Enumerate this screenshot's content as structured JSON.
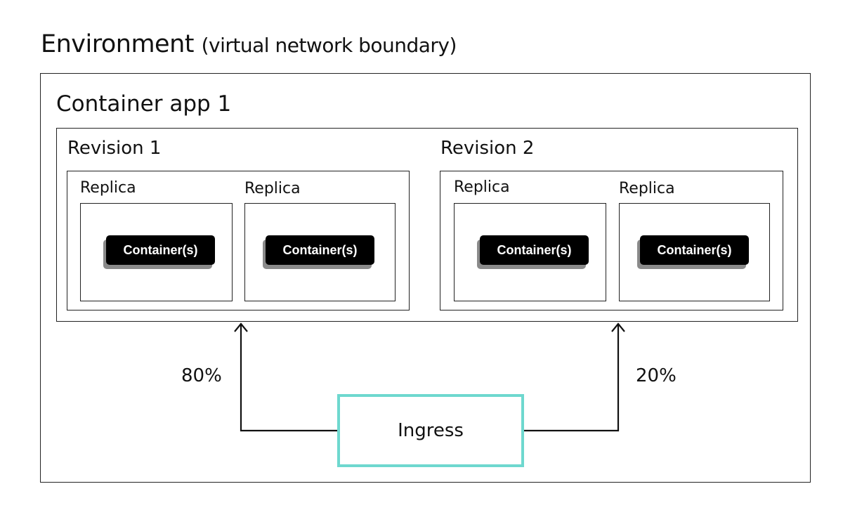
{
  "environment": {
    "title": "Environment",
    "subtitle": "(virtual network boundary)"
  },
  "app": {
    "title": "Container app 1"
  },
  "revisions": [
    {
      "title": "Revision 1",
      "replicas": [
        {
          "label": "Replica",
          "container_label": "Container(s)"
        },
        {
          "label": "Replica",
          "container_label": "Container(s)"
        }
      ],
      "traffic": "80%"
    },
    {
      "title": "Revision 2",
      "replicas": [
        {
          "label": "Replica",
          "container_label": "Container(s)"
        },
        {
          "label": "Replica",
          "container_label": "Container(s)"
        }
      ],
      "traffic": "20%"
    }
  ],
  "ingress": {
    "label": "Ingress",
    "border_color": "#6ed8cf"
  }
}
